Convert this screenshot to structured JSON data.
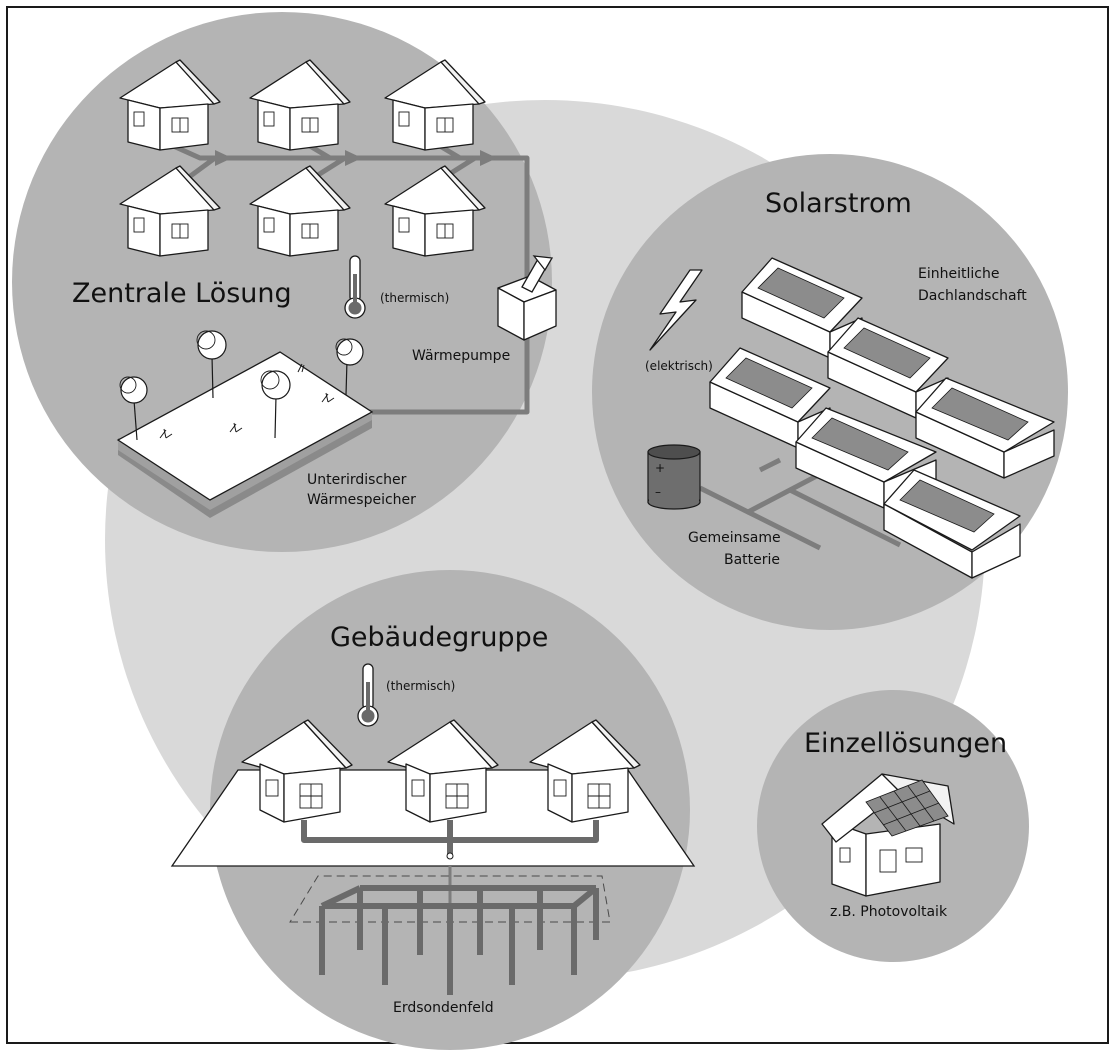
{
  "colors": {
    "background": "#ffffff",
    "big_circle": "#d9d9d9",
    "sub_circles": "#b4b4b4",
    "pipes": "#7d7d7d",
    "solar_panel": "#8c8c8c",
    "battery": "#6e6e6e"
  },
  "zentral": {
    "title": "Zentrale Lösung",
    "thermal_label": "(thermisch)",
    "heatpump_label": "Wärmepumpe",
    "storage_label_line1": "Unterirdischer",
    "storage_label_line2": "Wärmespeicher"
  },
  "solar": {
    "title": "Solarstrom",
    "roof_label_line1": "Einheitliche",
    "roof_label_line2": "Dachlandschaft",
    "electric_label": "(elektrisch)",
    "battery_label_line1": "Gemeinsame",
    "battery_label_line2": "Batterie",
    "battery_plus": "+",
    "battery_minus": "–"
  },
  "gruppe": {
    "title": "Gebäudegruppe",
    "thermal_label": "(thermisch)",
    "field_label": "Erdsondenfeld"
  },
  "einzel": {
    "title": "Einzellösungen",
    "pv_label": "z.B. Photovoltaik"
  },
  "icons": [
    "thermometer-icon",
    "lightning-icon",
    "heat-pump-icon",
    "battery-icon",
    "house-icon",
    "tree-icon",
    "solar-panel-icon"
  ]
}
